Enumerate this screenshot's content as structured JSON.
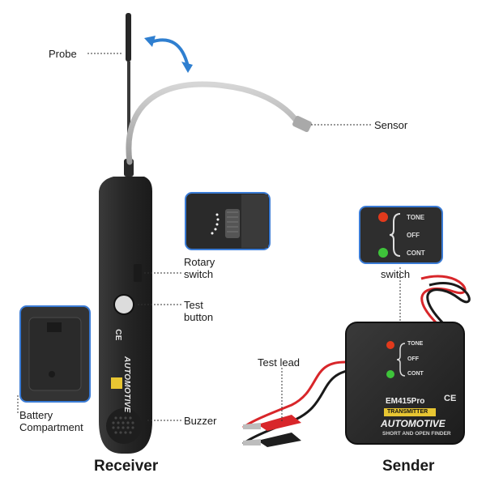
{
  "labels": {
    "probe": "Probe",
    "sensor": "Sensor",
    "rotary_switch": "Rotary\nswitch",
    "test_button": "Test\nbutton",
    "battery_compartment": "Battery\nCompartment",
    "buzzer": "Buzzer",
    "switch": "switch",
    "test_lead": "Test lead"
  },
  "captions": {
    "receiver": "Receiver",
    "sender": "Sender"
  },
  "switch_inset": {
    "tone": "TONE",
    "off": "OFF",
    "cont": "CONT"
  },
  "sender_box": {
    "tone": "TONE",
    "off": "OFF",
    "cont": "CONT",
    "model": "EM415Pro",
    "badge": "TRANSMITTER",
    "brand": "AUTOMOTIVE",
    "subtitle": "SHORT AND OPEN FINDER",
    "ce": "CE"
  },
  "receiver_body": {
    "ce": "CE",
    "brand": "AUTOMOTIVE"
  },
  "colors": {
    "device_dark": "#2b2b2b",
    "inset_border": "#3a7bd5",
    "led_red": "#e23a1c",
    "led_green": "#3ec43a",
    "arrow_blue": "#2f7fd0",
    "lead_red": "#d8262a",
    "badge_yellow": "#e8c632"
  }
}
